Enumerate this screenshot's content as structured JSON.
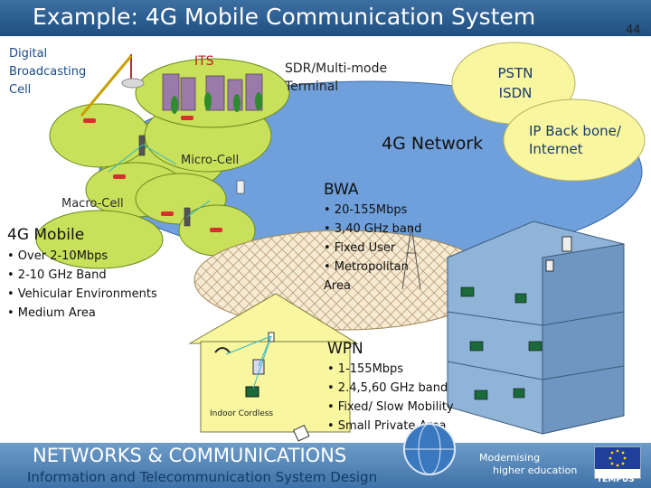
{
  "header": {
    "title": "Example: 4G Mobile Communication System",
    "page_number": "44"
  },
  "diagram": {
    "digital_broadcasting_cell": "Digital Broadcasting Cell",
    "its": "ITS",
    "sdr_terminal": "SDR/Multi-mode Terminal",
    "pstn_isdn": "PSTN ISDN",
    "ip_backbone": "IP Back bone/ Internet",
    "network_4g": "4G Network",
    "micro_cell": "Micro-Cell",
    "macro_cell": "Macro-Cell",
    "mobile_4g": {
      "title": "4G Mobile",
      "bullets": [
        "• Over 2-10Mbps",
        "• 2-10 GHz Band",
        "• Vehicular Environments",
        "• Medium Area"
      ]
    },
    "bwa": {
      "title": "BWA",
      "bullets": [
        "• 20-155Mbps",
        "• 3,40 GHz band",
        "• Fixed User",
        "• Metropolitan Area"
      ]
    },
    "wpn": {
      "title": "WPN",
      "bullets": [
        "• 1-155Mbps",
        "• 2.4,5,60 GHz band",
        "• Fixed/ Slow Mobility",
        "• Small Private Area"
      ]
    },
    "indoor_cordless": "Indoor Cordless"
  },
  "footer": {
    "title": "NETWORKS & COMMUNICATIONS",
    "subtitle": "Information and Telecommunication System Design",
    "right_line1": "Modernising",
    "right_line2": "higher education",
    "logo_text": "TEMPUS"
  },
  "colors": {
    "header_bg": "#2a5b8e",
    "cell_green": "#c8e05a",
    "cell_stroke": "#6a8a1c",
    "bubble_yellow": "#f8f7a0",
    "network_blue": "#6fa0dc",
    "building_blue": "#8fb4d8"
  }
}
